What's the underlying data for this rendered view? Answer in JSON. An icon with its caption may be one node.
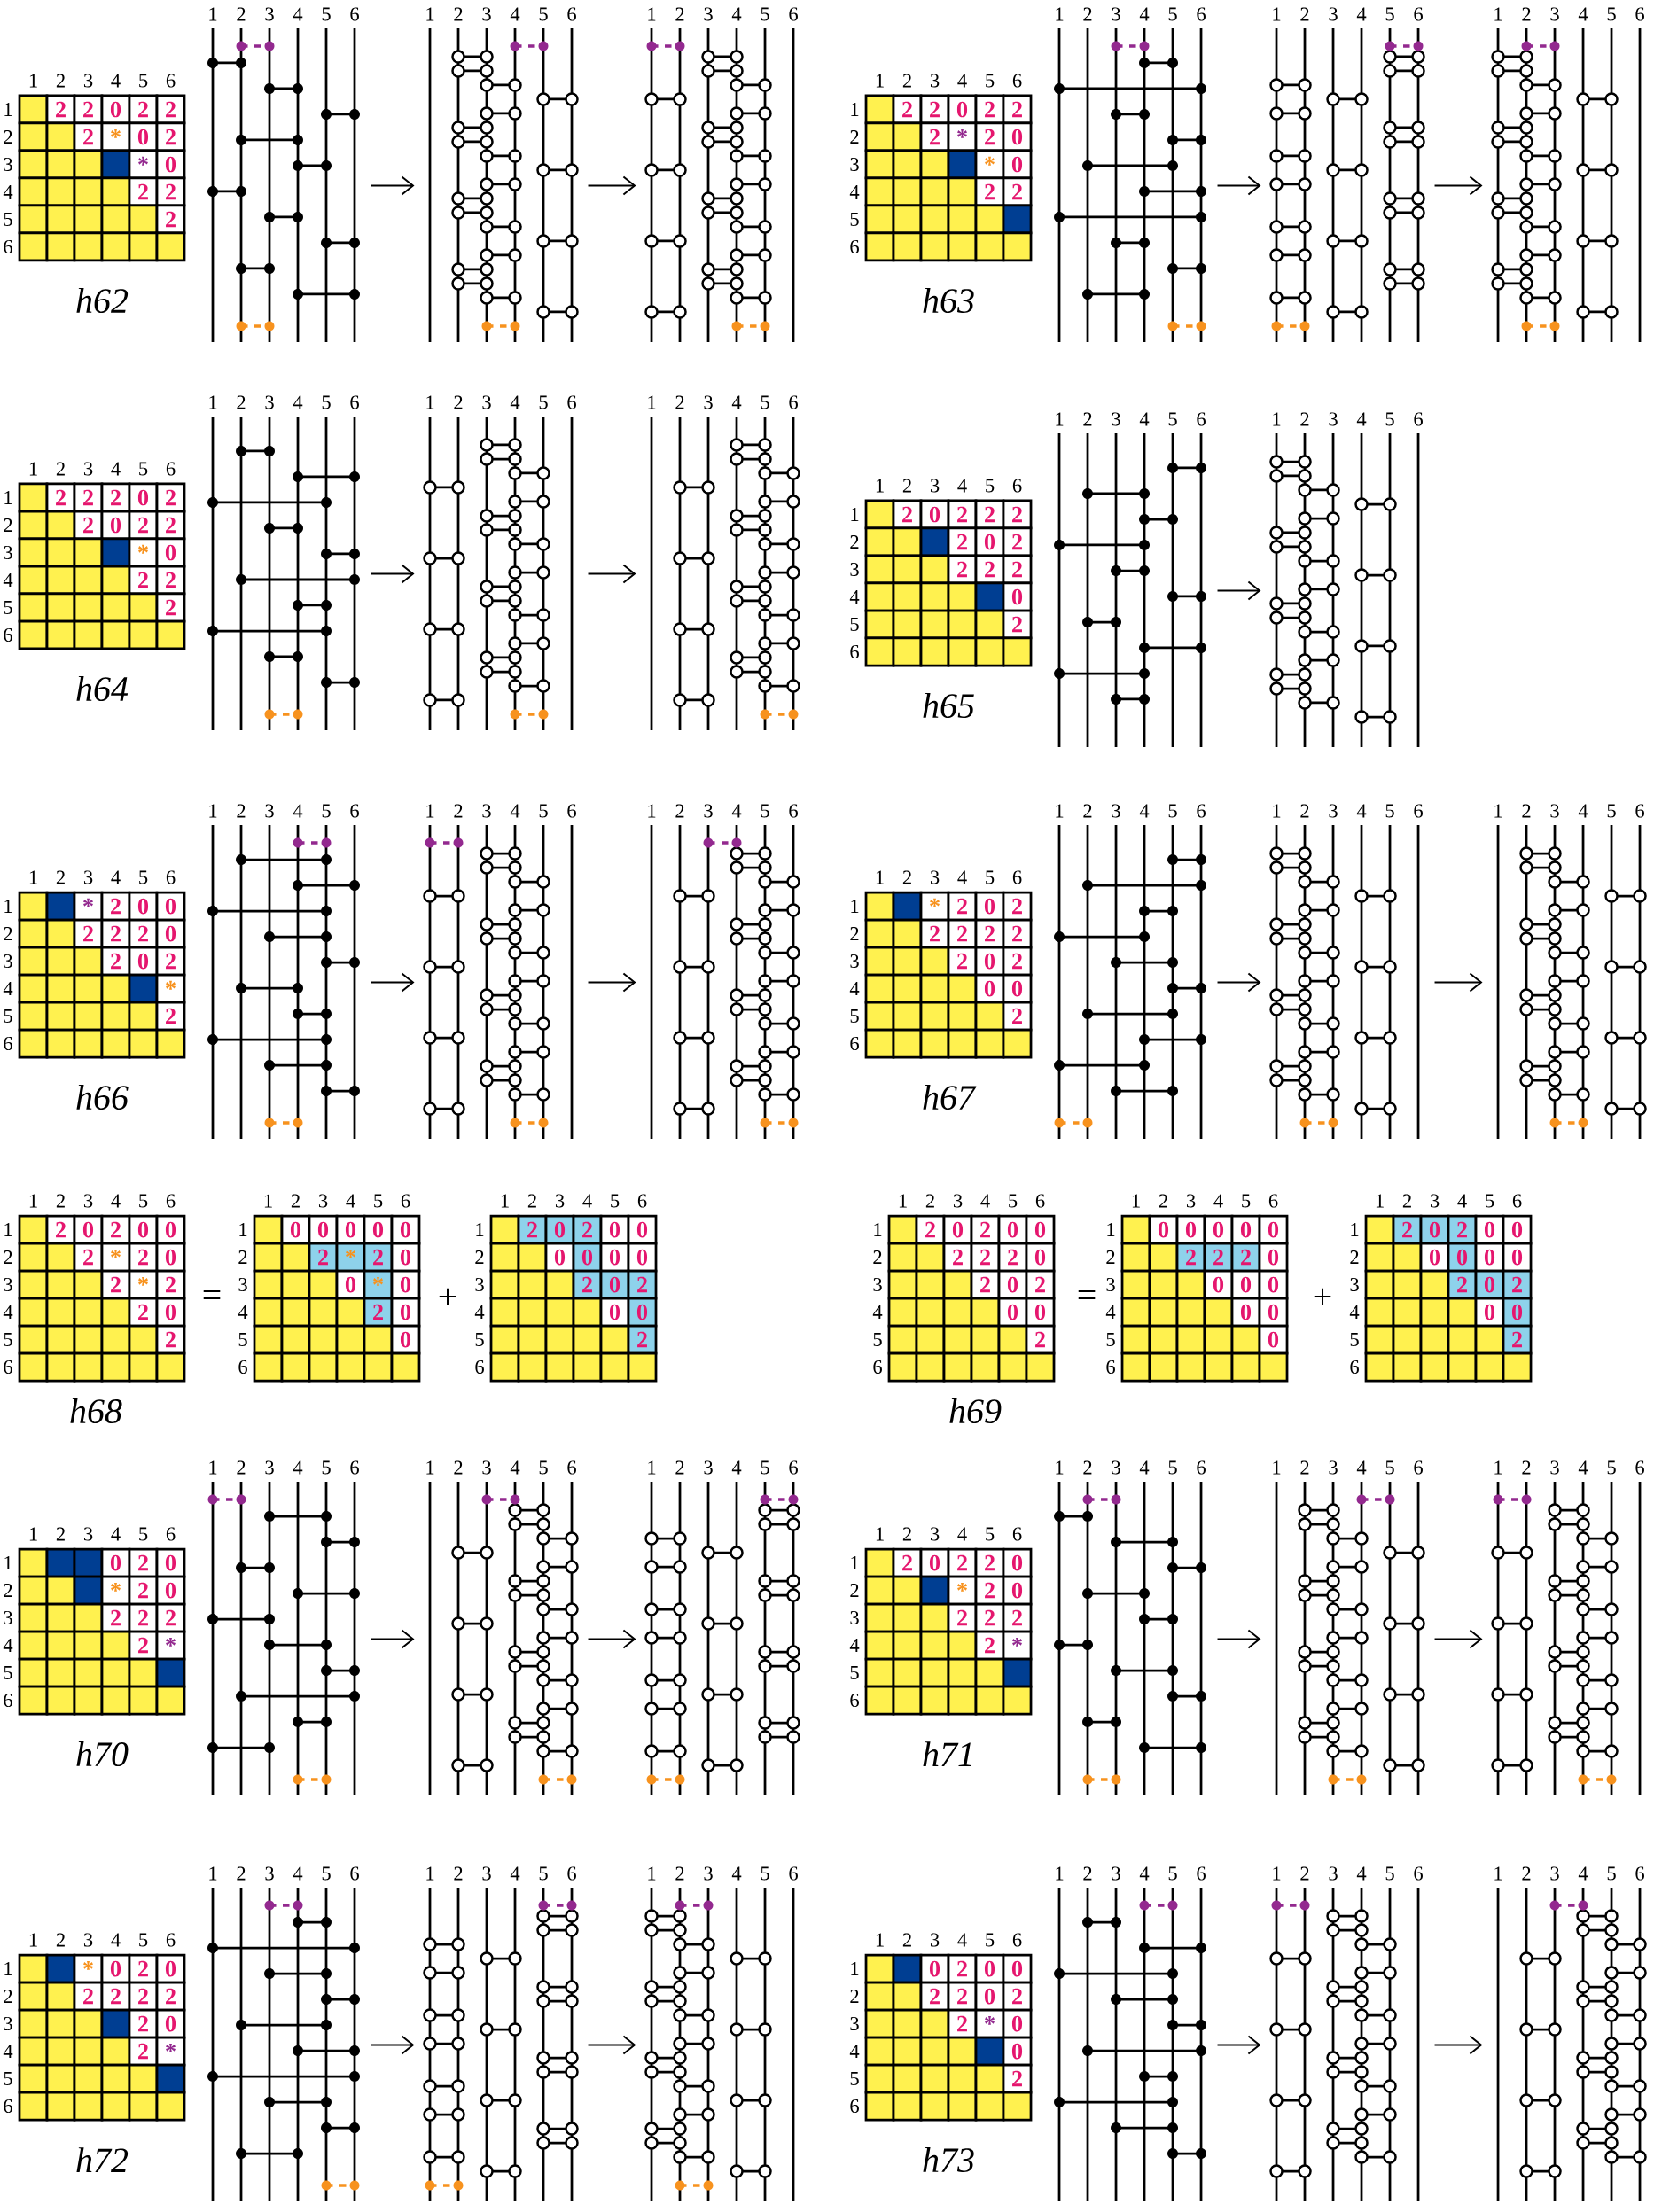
{
  "diagram": {
    "nodes": [
      {
        "text": [],
        "shape": "picture",
        "beside": [
          "1",
          "2",
          "3",
          "4",
          "5",
          "6"
        ]
      },
      {
        "text": [],
        "shape": "picture",
        "beside": [
          "1",
          "2",
          "3",
          "4",
          "5",
          "6"
        ]
      },
      {
        "text": [],
        "shape": "picture",
        "beside": [
          "1",
          "2",
          "3",
          "4",
          "5",
          "6"
        ]
      },
      {
        "text": [],
        "shape": "picture",
        "beside": [
          "1",
          "2",
          "3",
          "4",
          "5",
          "6"
        ]
      },
      {
        "text": [],
        "shape": "picture",
        "beside": [
          "1",
          "2",
          "3",
          "4",
          "5",
          "6"
        ]
      },
      {
        "text": [],
        "shape": "picture",
        "beside": [
          "1",
          "2",
          "3",
          "4",
          "5",
          "6"
        ]
      },
      {
        "text": [],
        "shape": "picture",
        "beside": [
          "1",
          "2",
          "3",
          "4",
          "5",
          "6"
        ]
      },
      {
        "text": [],
        "shape": "picture",
        "beside": [
          "1",
          "2",
          "3",
          "4",
          "5",
          "6"
        ]
      },
      {
        "text": [],
        "shape": "picture",
        "beside": [
          "1",
          "2",
          "3",
          "4",
          "5",
          "6"
        ]
      },
      {
        "text": [],
        "shape": "picture",
        "beside": [
          "1",
          "2",
          "3",
          "4",
          "5",
          "6"
        ]
      },
      {
        "text": [],
        "shape": "picture",
        "beside": [
          "1",
          "2",
          "3",
          "4",
          "5",
          "6"
        ]
      },
      {
        "text": [],
        "shape": "picture",
        "beside": [
          "1",
          "2",
          "3",
          "4",
          "5",
          "6"
        ]
      },
      {
        "text": [],
        "shape": "picture",
        "beside": [
          "1",
          "2",
          "3",
          "4",
          "5",
          "6"
        ]
      },
      {
        "text": [],
        "shape": "picture",
        "beside": [
          "1",
          "2",
          "3",
          "4",
          "5",
          "6"
        ]
      },
      {
        "text": [],
        "shape": "picture",
        "beside": [
          "1",
          "2",
          "3",
          "4",
          "5",
          "6"
        ]
      },
      {
        "text": [],
        "shape": "picture",
        "beside": [
          "1",
          "2",
          "3",
          "4",
          "5",
          "6"
        ]
      },
      {
        "text": [],
        "shape": "picture",
        "beside": [
          "1",
          "2",
          "3",
          "4",
          "5",
          "6"
        ]
      },
      {
        "text": [],
        "shape": "picture",
        "beside": [
          "1",
          "2",
          "3",
          "4",
          "5",
          "6"
        ]
      },
      {
        "text": [],
        "shape": "picture",
        "beside": [
          "1",
          "2",
          "3",
          "4",
          "5",
          "6"
        ]
      },
      {
        "text": [],
        "shape": "picture",
        "beside": [
          "1",
          "2",
          "3",
          "4",
          "5",
          "6"
        ]
      },
      {
        "text": [],
        "shape": "picture",
        "beside": [
          "1",
          "2",
          "3",
          "4",
          "5",
          "6"
        ]
      },
      {
        "text": [],
        "shape": "picture",
        "beside": [
          "1",
          "2",
          "3",
          "4",
          "5",
          "6"
        ]
      },
      {
        "text": [],
        "shape": "picture",
        "beside": [
          "1",
          "2",
          "3",
          "4",
          "5",
          "6"
        ]
      },
      {
        "text": [],
        "shape": "picture",
        "beside": [
          "1",
          "2",
          "3",
          "4",
          "5",
          "6"
        ]
      },
      {
        "text": [],
        "shape": "picture",
        "beside": [
          "1",
          "2",
          "3",
          "4",
          "5",
          "6"
        ]
      },
      {
        "text": [],
        "shape": "picture",
        "beside": [
          "1",
          "2",
          "3",
          "4",
          "5",
          "6"
        ]
      },
      {
        "text": [],
        "shape": "picture",
        "beside": [
          "1",
          "2",
          "3",
          "4",
          "5",
          "6"
        ]
      },
      {
        "text": [],
        "shape": "picture",
        "beside": [
          "1",
          "2",
          "3",
          "4",
          "5",
          "6"
        ]
      },
      {
        "text": [],
        "shape": "picture",
        "beside": [
          "1",
          "2",
          "3",
          "4",
          "5",
          "6"
        ]
      }
    ],
    "edges": [
      {
        "from": 0,
        "to": 1,
        "arrow": "to"
      },
      {
        "from": 1,
        "to": 2,
        "arrow": "to"
      },
      {
        "from": 3,
        "to": 4,
        "arrow": "to"
      },
      {
        "from": 4,
        "to": 5,
        "arrow": "to"
      },
      {
        "from": 6,
        "to": 7,
        "arrow": "to"
      },
      {
        "from": 7,
        "to": 8,
        "arrow": "to"
      },
      {
        "from": 9,
        "to": 10,
        "arrow": "to"
      },
      {
        "from": 11,
        "to": 12,
        "arrow": "to"
      },
      {
        "from": 12,
        "to": 13,
        "arrow": "to"
      },
      {
        "from": 14,
        "to": 15,
        "arrow": "to"
      },
      {
        "from": 15,
        "to": 16,
        "arrow": "to"
      },
      {
        "from": 17,
        "to": 18,
        "arrow": "to"
      },
      {
        "from": 18,
        "to": 19,
        "arrow": "to"
      },
      {
        "from": 20,
        "to": 21,
        "arrow": "to"
      },
      {
        "from": 21,
        "to": 22,
        "arrow": "to"
      },
      {
        "from": 23,
        "to": 24,
        "arrow": "to"
      },
      {
        "from": 24,
        "to": 25,
        "arrow": "to"
      },
      {
        "from": 26,
        "to": 27,
        "arrow": "to"
      },
      {
        "from": 27,
        "to": 28,
        "arrow": "to"
      }
    ],
    "labels": [
      "1",
      "2",
      "3",
      "4",
      "5",
      "6",
      "1",
      "2",
      "2",
      "0",
      "2",
      "2",
      "2",
      "2",
      "*",
      "0",
      "2",
      "3",
      "*",
      "0",
      "4",
      "2",
      "2",
      "5",
      "2",
      "6",
      "h62",
      "1",
      "2",
      "3",
      "4",
      "5",
      "6",
      "1",
      "2",
      "2",
      "0",
      "2",
      "2",
      "2",
      "2",
      "*",
      "2",
      "0",
      "3",
      "*",
      "0",
      "4",
      "2",
      "2",
      "5",
      "6",
      "h63",
      "1",
      "2",
      "3",
      "4",
      "5",
      "6",
      "1",
      "2",
      "2",
      "2",
      "0",
      "2",
      "2",
      "2",
      "0",
      "2",
      "2",
      "3",
      "*",
      "0",
      "4",
      "2",
      "2",
      "5",
      "2",
      "6",
      "h64",
      "1",
      "2",
      "3",
      "4",
      "5",
      "6",
      "1",
      "2",
      "0",
      "2",
      "2",
      "2",
      "2",
      "2",
      "0",
      "2",
      "3",
      "2",
      "2",
      "2",
      "4",
      "0",
      "5",
      "2",
      "6",
      "h65",
      "1",
      "2",
      "3",
      "4",
      "5",
      "6",
      "1",
      "*",
      "2",
      "0",
      "0",
      "2",
      "2",
      "2",
      "2",
      "0",
      "3",
      "2",
      "0",
      "2",
      "4",
      "*",
      "5",
      "2",
      "6",
      "h66",
      "1",
      "2",
      "3",
      "4",
      "5",
      "6",
      "1",
      "*",
      "2",
      "0",
      "2",
      "2",
      "2",
      "2",
      "2",
      "2",
      "3",
      "2",
      "0",
      "2",
      "4",
      "0",
      "0",
      "5",
      "2",
      "6",
      "h67",
      "1",
      "2",
      "3",
      "4",
      "5",
      "6",
      "1",
      "2",
      "0",
      "2",
      "0",
      "0",
      "2",
      "2",
      "*",
      "2",
      "0",
      "3",
      "2",
      "*",
      "2",
      "4",
      "2",
      "0",
      "5",
      "2",
      "6",
      "=",
      "1",
      "2",
      "3",
      "4",
      "5",
      "6",
      "1",
      "0",
      "0",
      "0",
      "0",
      "0",
      "2",
      "2",
      "*",
      "2",
      "0",
      "3",
      "0",
      "*",
      "0",
      "4",
      "2",
      "0",
      "5",
      "0",
      "6",
      "+",
      "1",
      "2",
      "3",
      "4",
      "5",
      "6",
      "1",
      "2",
      "0",
      "2",
      "0",
      "0",
      "2",
      "0",
      "0",
      "0",
      "0",
      "3",
      "2",
      "0",
      "2",
      "4",
      "0",
      "0",
      "5",
      "2",
      "6",
      "h68",
      "1",
      "2",
      "3",
      "4",
      "5",
      "6",
      "1",
      "2",
      "0",
      "2",
      "0",
      "0",
      "2",
      "2",
      "2",
      "2",
      "0",
      "3",
      "2",
      "0",
      "2",
      "4",
      "0",
      "0",
      "5",
      "2",
      "6",
      "=",
      "1",
      "2",
      "3",
      "4",
      "5",
      "6",
      "1",
      "0",
      "0",
      "0",
      "0",
      "0",
      "2",
      "2",
      "2",
      "2",
      "0",
      "3",
      "0",
      "0",
      "0",
      "4",
      "0",
      "0",
      "5",
      "0",
      "6",
      "+",
      "1",
      "2",
      "3",
      "4",
      "5",
      "6",
      "1",
      "2",
      "0",
      "2",
      "0",
      "0",
      "2",
      "0",
      "0",
      "0",
      "0",
      "3",
      "2",
      "0",
      "2",
      "4",
      "0",
      "0",
      "5",
      "2",
      "6",
      "h69",
      "1",
      "2",
      "3",
      "4",
      "5",
      "6",
      "1",
      "0",
      "2",
      "0",
      "2",
      "*",
      "2",
      "0",
      "3",
      "2",
      "2",
      "2",
      "4",
      "2",
      "*",
      "5",
      "6",
      "h70",
      "1",
      "2",
      "3",
      "4",
      "5",
      "6",
      "1",
      "2",
      "0",
      "2",
      "2",
      "0",
      "2",
      "*",
      "2",
      "0",
      "3",
      "2",
      "2",
      "2",
      "4",
      "2",
      "*",
      "5",
      "6",
      "h71",
      "1",
      "2",
      "3",
      "4",
      "5",
      "6",
      "1",
      "*",
      "0",
      "2",
      "0",
      "2",
      "2",
      "2",
      "2",
      "2",
      "3",
      "2",
      "0",
      "4",
      "2",
      "*",
      "5",
      "6",
      "h72",
      "1",
      "2",
      "3",
      "4",
      "5",
      "6",
      "1",
      "0",
      "2",
      "0",
      "0",
      "2",
      "2",
      "2",
      "0",
      "2",
      "3",
      "2",
      "*",
      "0",
      "4",
      "0",
      "5",
      "2",
      "6",
      "h73"
    ]
  }
}
